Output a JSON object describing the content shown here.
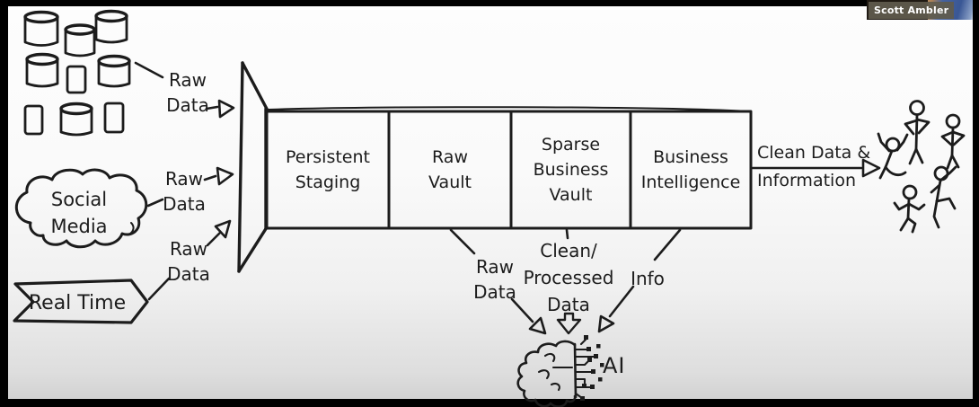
{
  "presenter": {
    "name": "Scott Ambler"
  },
  "colors": {
    "ink": "#1c1c1c",
    "webcam_label_bg": "#605b4d",
    "webcam_shirt_blue": "#3a5795"
  },
  "diagram": {
    "sources": {
      "databases": {
        "type": "database-cluster"
      },
      "social_media": {
        "lines": [
          "Social",
          "Media"
        ]
      },
      "real_time": {
        "label": "Real Time"
      }
    },
    "input_labels": [
      {
        "lines": [
          "Raw",
          "Data"
        ]
      },
      {
        "lines": [
          "Raw",
          "Data"
        ]
      },
      {
        "lines": [
          "Raw",
          "Data"
        ]
      }
    ],
    "stages": [
      {
        "lines": [
          "Persistent",
          "Staging"
        ]
      },
      {
        "lines": [
          "Raw",
          "Vault"
        ]
      },
      {
        "lines": [
          "Sparse",
          "Business",
          "Vault"
        ]
      },
      {
        "lines": [
          "Business",
          "Intelligence"
        ]
      }
    ],
    "output_label": {
      "lines": [
        "Clean Data &",
        "Information"
      ]
    },
    "ai_inputs": {
      "raw": {
        "lines": [
          "Raw",
          "Data"
        ]
      },
      "processed": {
        "lines": [
          "Clean/",
          "Processed",
          "Data"
        ]
      },
      "info": {
        "label": "Info"
      }
    },
    "ai_label": "AI"
  }
}
